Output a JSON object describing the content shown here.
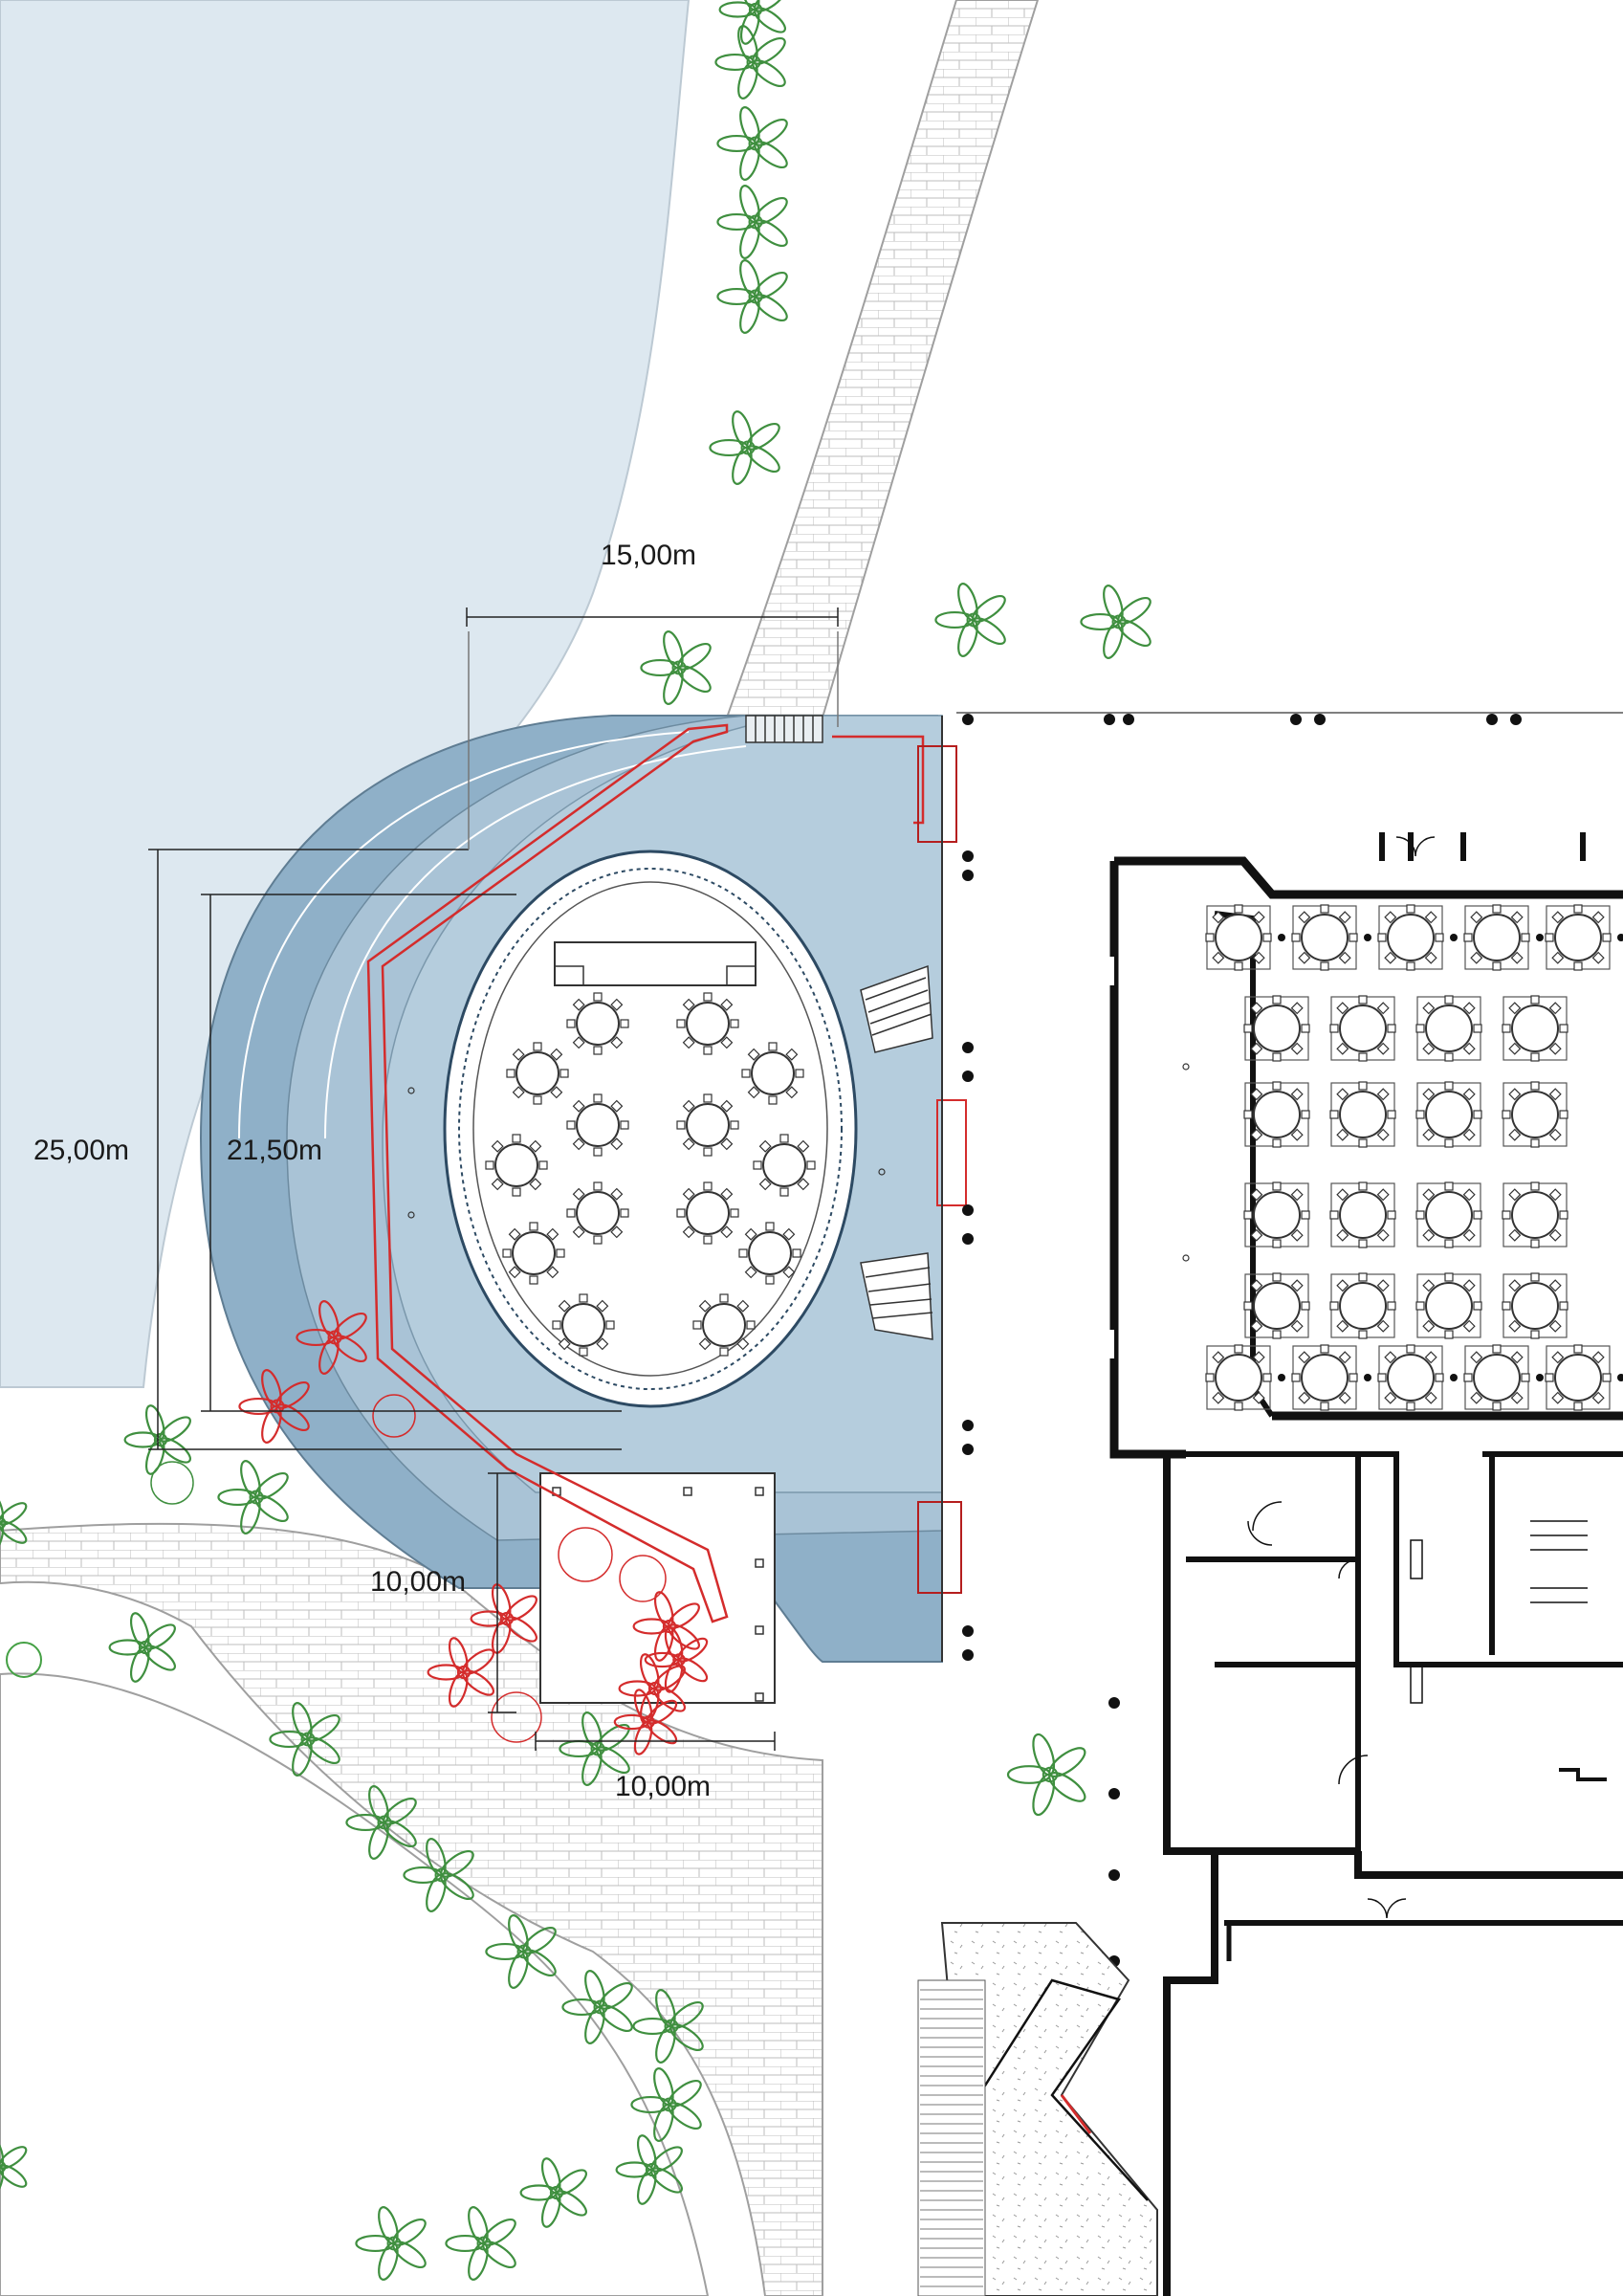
{
  "dimensions": {
    "top_width": "15,00m",
    "outer_depth": "25,00m",
    "inner_depth": "21,50m",
    "platform_depth": "10,00m",
    "platform_width": "10,00m"
  },
  "colors": {
    "water": "#dde8f0",
    "terrace_outer": "#8fb0c8",
    "terrace_inner": "#b0c9db",
    "paving_line": "#b5b5b5",
    "plant_green": "#3f8f3f",
    "plant_red": "#d42c2c",
    "wall": "#111111",
    "railing_red": "#d42c2c"
  },
  "icons": {
    "tree": "star-flower-tree-icon",
    "table": "round-table-with-chairs-icon",
    "door": "door-swing-icon"
  }
}
